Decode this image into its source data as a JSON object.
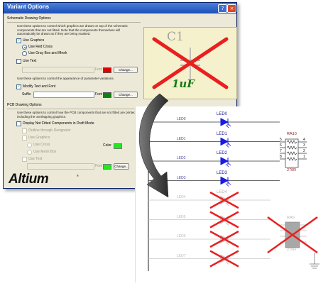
{
  "dialog": {
    "title": "Variant Options",
    "sections": {
      "schematic": "Schematic Drawing Options",
      "pcb": "PCB Drawing Options"
    },
    "schematic_intro": "Use these options to control which graphics are drawn on top of the schematic components that are not fitted. Note that the components themselves will automatically be drawn as if they are being masked.",
    "use_graphics": "Use Graphics",
    "use_red_cross": "Use Red Cross",
    "use_gray_box": "Use Gray Box and Mesh",
    "use_text": "Use Text",
    "font_label": "Font",
    "change_button": "Change...",
    "param_intro": "Use these options to control the appearance of parameter variations.",
    "modify_text_font": "Modify Text and Font",
    "suffix_label": "Suffix",
    "pcb_intro": "Use these options to control how the PCB components that are not fitted are printed, including the overlapping graphics.",
    "display_not_fitted": "Display Not Fitted Components in Draft Mode",
    "outline_through": "Outline through Designator",
    "use_graphics_pcb": "Use Graphics",
    "use_cross": "Use Cross",
    "use_mesh": "Use Mesh Box",
    "use_text_pcb": "Use Text",
    "color_label": "Color"
  },
  "preview": {
    "designator": "C1",
    "value": "1uF"
  },
  "branding": {
    "logo": "Altium",
    "logo_mark": "®"
  },
  "schematic": {
    "nets": [
      "LED0",
      "LED1",
      "LED2",
      "LED3",
      "LED4",
      "LED5",
      "LED6",
      "LED7"
    ],
    "leds": [
      "LED0",
      "LED1",
      "LED2",
      "LED3",
      "LED4"
    ],
    "resistor_top": {
      "designator": "RA10",
      "value": "270R",
      "pins_left": [
        "5",
        "6",
        "7",
        "8"
      ],
      "pins_right": [
        "4",
        "3",
        "2",
        "1"
      ]
    },
    "resistor_bottom": {
      "designator": "RA9",
      "value": "270R"
    }
  },
  "colors": {
    "red_cross": "#e82020",
    "font_red": "#e00000",
    "font_green": "#108010",
    "color_green": "#22e822",
    "led_blue": "#1a1ae0"
  }
}
